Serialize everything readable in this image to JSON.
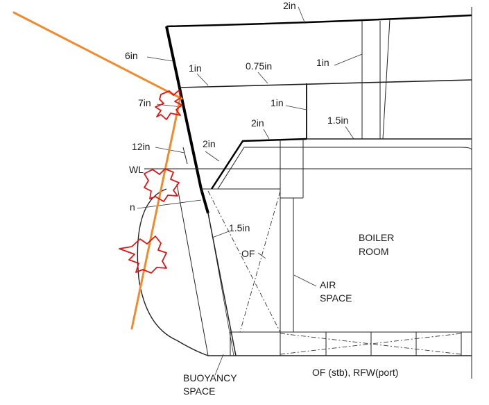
{
  "labels": {
    "deck_top": "2in",
    "side_upper": "6in",
    "deck2_left": "1in",
    "deck2_mid": "0.75in",
    "deck2_right": "1in",
    "side_7": "7in",
    "bulkhead_1": "1in",
    "deck3_left": "2in",
    "deck3_right": "1.5in",
    "side_12": "12in",
    "slope_2": "2in",
    "wl": "WL",
    "side_n": "n",
    "inner_15": "1.5in",
    "of": "OF",
    "boiler_1": "BOILER",
    "boiler_2": "ROOM",
    "air_1": "AIR",
    "air_2": "SPACE",
    "buoy_1": "BUOYANCY",
    "buoy_2": "SPACE",
    "bottom": "OF (stb), RFW(port)"
  },
  "colors": {
    "line": "#222222",
    "annotation_orange": "#f08a2c",
    "annotation_red": "#e01414"
  }
}
